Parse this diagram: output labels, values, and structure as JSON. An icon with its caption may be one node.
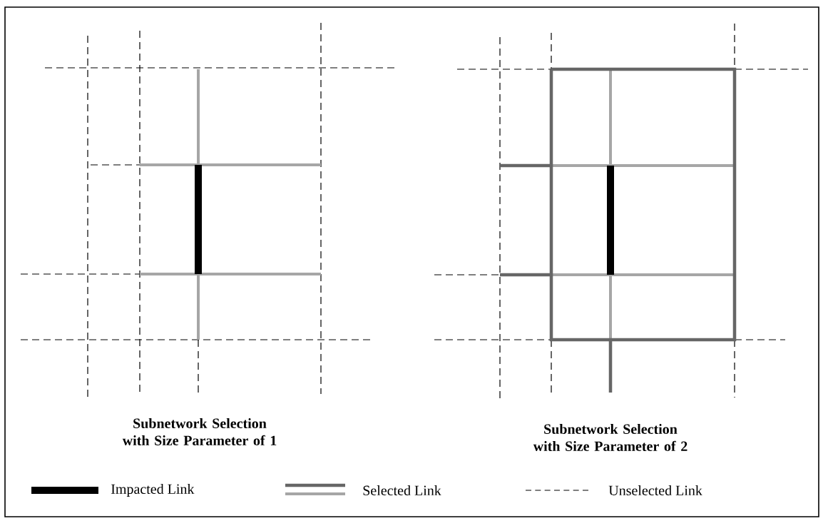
{
  "diagram": {
    "labels": [
      "Subnetwork Selection with Size Parameter of 1",
      "Subnetwork Selection with Size Parameter of 2"
    ],
    "legend": [
      {
        "text": "Impacted Link"
      },
      {
        "text": "Selected Link"
      },
      {
        "text": "Unselected Link"
      }
    ]
  }
}
